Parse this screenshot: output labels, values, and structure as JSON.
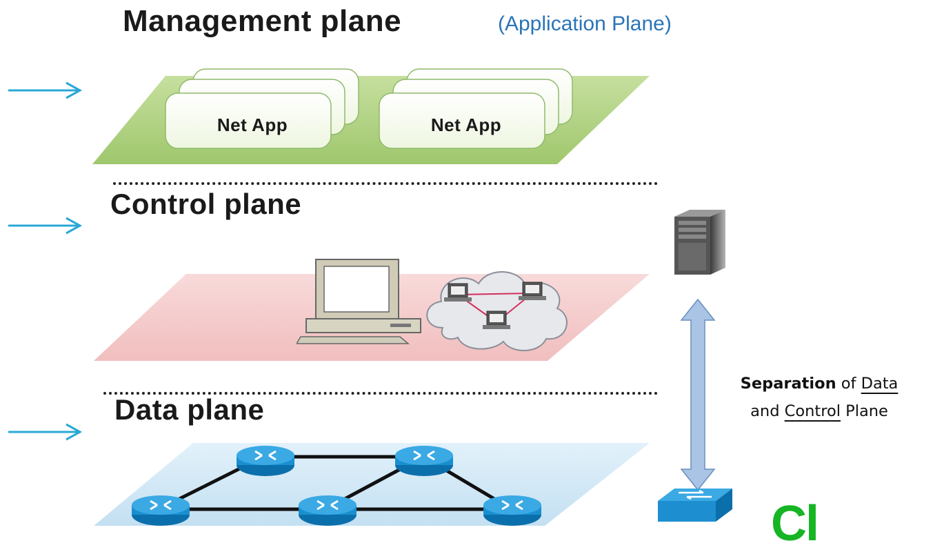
{
  "header": {
    "title": "Management plane",
    "subtitle": "(Application Plane)"
  },
  "planes": {
    "management": {
      "apps": [
        "Net App",
        "Net App"
      ],
      "color": "#a9cf7f"
    },
    "control": {
      "title": "Control plane",
      "color": "#f4c9c9"
    },
    "data": {
      "title": "Data plane",
      "color": "#cfe6f4"
    }
  },
  "separation": {
    "bold": "Separation",
    "of": "of",
    "data": "Data",
    "and": "and",
    "control": "Control",
    "plane": "Plane"
  },
  "corner_logo": "Cl",
  "colors": {
    "arrow": "#29a8d6",
    "double_arrow": "#a9c4e4",
    "subtitle": "#2a74b8",
    "switch": "#1d8fd1"
  },
  "icons": [
    "right-arrow-icon",
    "computer-icon",
    "cloud-network-icon",
    "server-icon",
    "switch-icon",
    "router-icon"
  ]
}
